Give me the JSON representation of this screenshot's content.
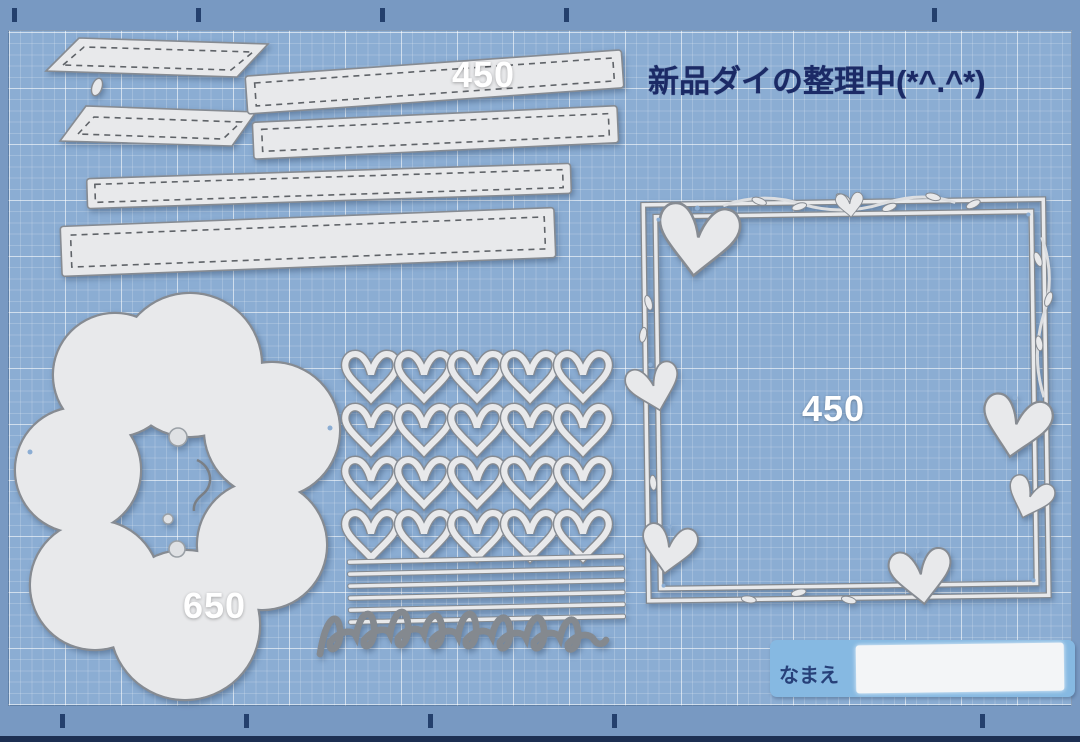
{
  "photo": {
    "subject": "new metal craft cutting dies laid out on a blue grid cutting mat",
    "colors": {
      "mat": "#8badd3",
      "mat_edge": "#7899c2",
      "die_metal": "#e8e9eb",
      "title_text": "#1b2a66",
      "price_text": "#ffffff",
      "name_tag": "#86b9e2"
    }
  },
  "labels": {
    "title": "新品ダイの整理中(*^.^*)",
    "strip_dies_price": "450",
    "flower_die_price": "650",
    "frame_die_price": "450",
    "name_tag_label": "なまえ"
  },
  "dies": [
    "parallelogram-strip-dies",
    "stitched-strip-dies",
    "flower-die",
    "hearts-grid-die",
    "heart-frame-die",
    "thin-border-dies",
    "script-sentiment-die"
  ]
}
